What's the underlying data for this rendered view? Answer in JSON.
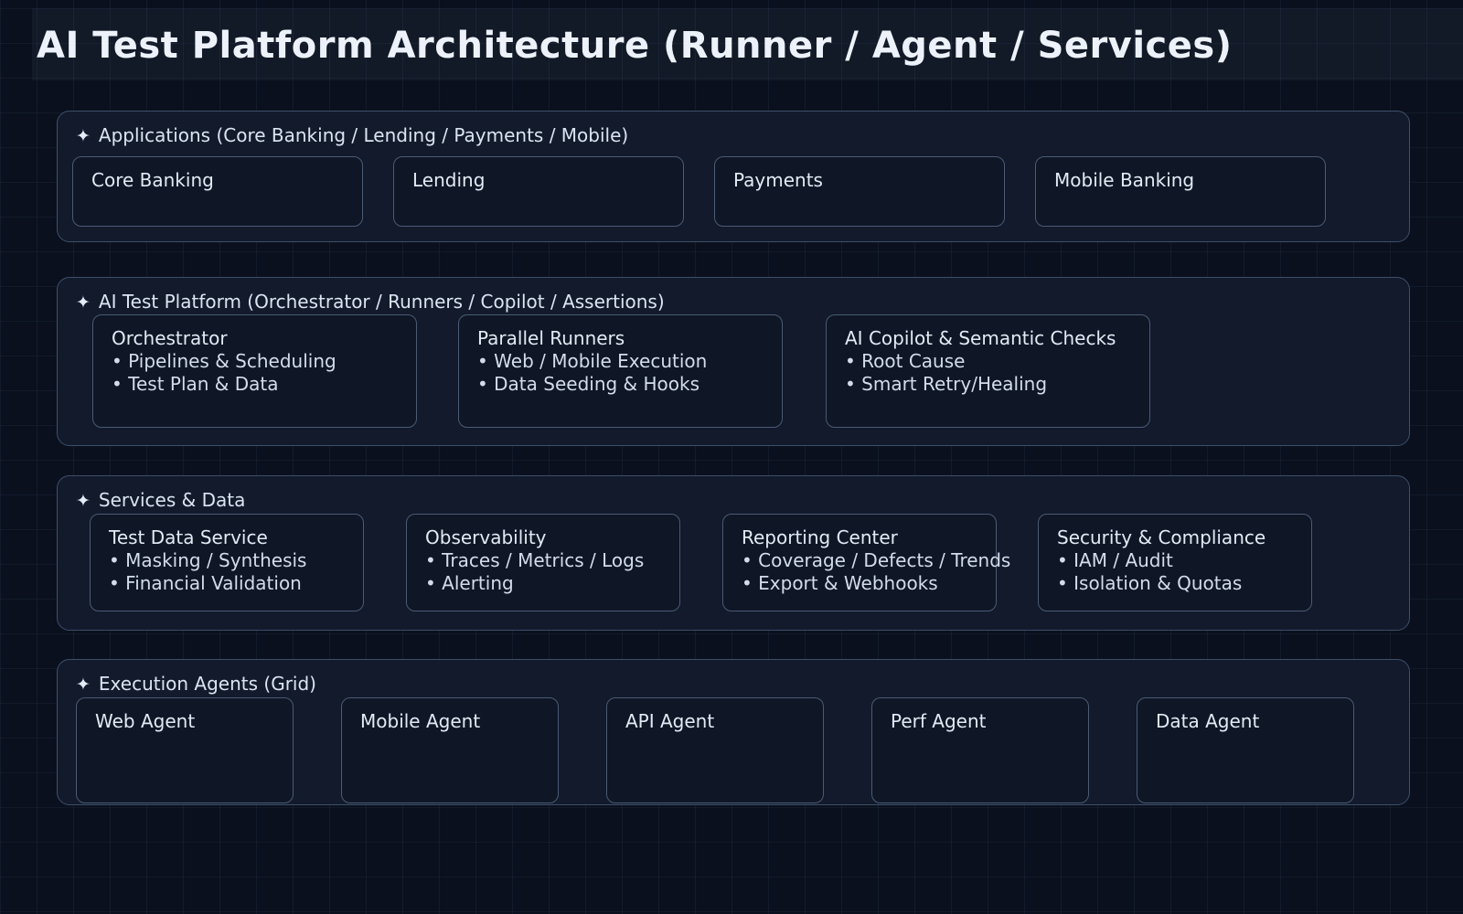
{
  "page": {
    "title": "AI Test Platform Architecture (Runner / Agent / Services)"
  },
  "colors": {
    "page_background": "#0a101d",
    "header_band": "#141b2b",
    "panel_background": "#121a2c",
    "panel_border": "#3e4f69",
    "card_background": "#0f1626",
    "card_border": "#4a5b74",
    "title_text": "#edf2fa",
    "body_text": "#d3dde9"
  },
  "sections": [
    {
      "icon": "✦",
      "title": "Applications (Core Banking / Lending / Payments / Mobile)",
      "cards": [
        {
          "title": "Core Banking",
          "bullets": []
        },
        {
          "title": "Lending",
          "bullets": []
        },
        {
          "title": "Payments",
          "bullets": []
        },
        {
          "title": "Mobile Banking",
          "bullets": []
        }
      ]
    },
    {
      "icon": "✦",
      "title": "AI Test Platform (Orchestrator / Runners / Copilot / Assertions)",
      "cards": [
        {
          "title": "Orchestrator",
          "bullets": [
            "• Pipelines & Scheduling",
            "• Test Plan & Data"
          ]
        },
        {
          "title": "Parallel Runners",
          "bullets": [
            "• Web / Mobile Execution",
            "• Data Seeding & Hooks"
          ]
        },
        {
          "title": "AI Copilot & Semantic Checks",
          "bullets": [
            "• Root Cause",
            "• Smart Retry/Healing"
          ]
        }
      ]
    },
    {
      "icon": "✦",
      "title": "Services & Data",
      "cards": [
        {
          "title": "Test Data Service",
          "bullets": [
            "• Masking / Synthesis",
            "• Financial Validation"
          ]
        },
        {
          "title": "Observability",
          "bullets": [
            "• Traces / Metrics / Logs",
            "• Alerting"
          ]
        },
        {
          "title": "Reporting Center",
          "bullets": [
            "• Coverage / Defects / Trends",
            "• Export & Webhooks"
          ]
        },
        {
          "title": "Security & Compliance",
          "bullets": [
            "• IAM / Audit",
            "• Isolation & Quotas"
          ]
        }
      ]
    },
    {
      "icon": "✦",
      "title": "Execution Agents (Grid)",
      "cards": [
        {
          "title": "Web Agent",
          "bullets": []
        },
        {
          "title": "Mobile Agent",
          "bullets": []
        },
        {
          "title": "API Agent",
          "bullets": []
        },
        {
          "title": "Perf Agent",
          "bullets": []
        },
        {
          "title": "Data Agent",
          "bullets": []
        }
      ]
    }
  ]
}
